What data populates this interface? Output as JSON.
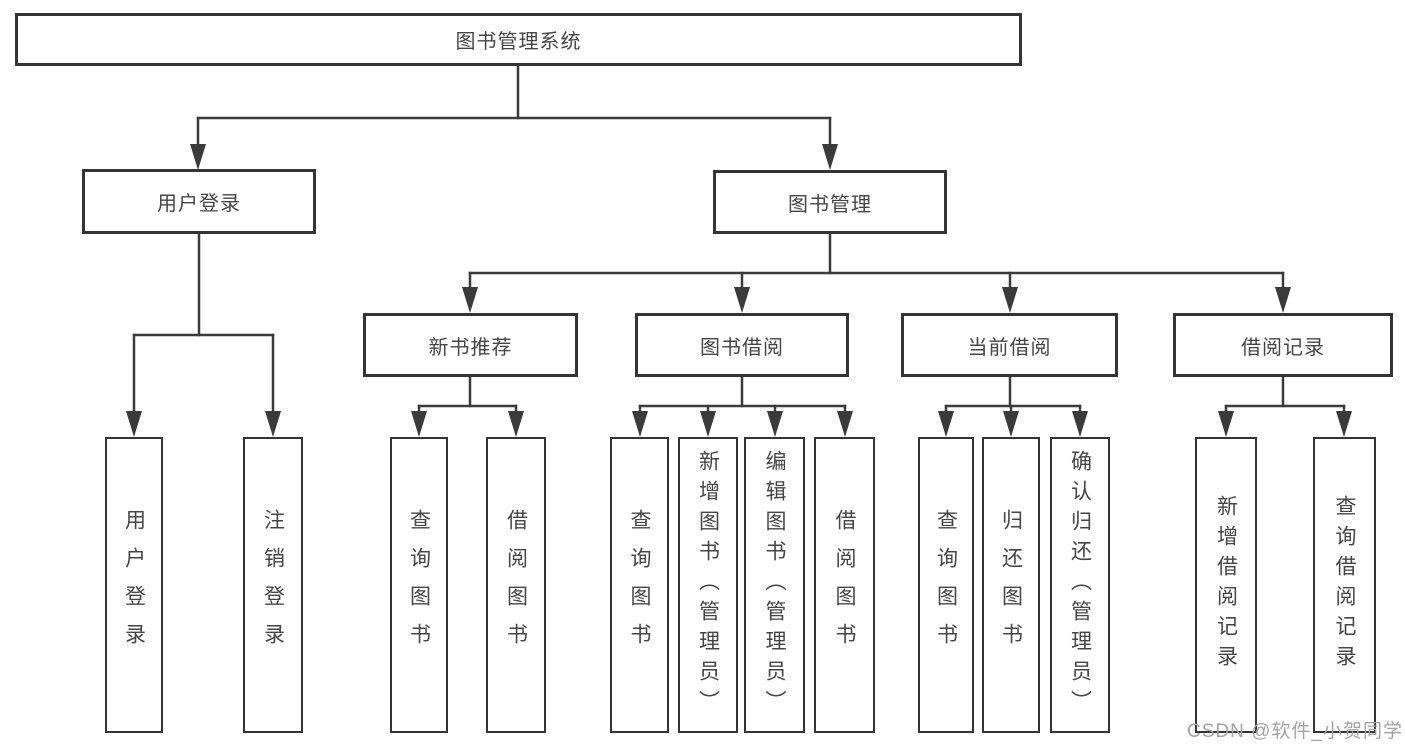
{
  "root": {
    "label": "图书管理系统"
  },
  "level2": [
    {
      "label": "用户登录"
    },
    {
      "label": "图书管理"
    }
  ],
  "level3": [
    {
      "label": "新书推荐"
    },
    {
      "label": "图书借阅"
    },
    {
      "label": "当前借阅"
    },
    {
      "label": "借阅记录"
    }
  ],
  "leaves": [
    {
      "label": "用户登录"
    },
    {
      "label": "注销登录"
    },
    {
      "label": "查询图书"
    },
    {
      "label": "借阅图书"
    },
    {
      "label": "查询图书"
    },
    {
      "label": "新增图书（管理员）"
    },
    {
      "label": "编辑图书（管理员）"
    },
    {
      "label": "借阅图书"
    },
    {
      "label": "查询图书"
    },
    {
      "label": "归还图书"
    },
    {
      "label": "确认归还（管理员）"
    },
    {
      "label": "新增借阅记录"
    },
    {
      "label": "查询借阅记录"
    }
  ],
  "watermark": "CSDN @软件_小贺同学",
  "colors": {
    "line": "#3b3b3b",
    "border": "#343434",
    "text": "#454545",
    "background": "#ffffff",
    "watermark": "#a3a3a3"
  }
}
